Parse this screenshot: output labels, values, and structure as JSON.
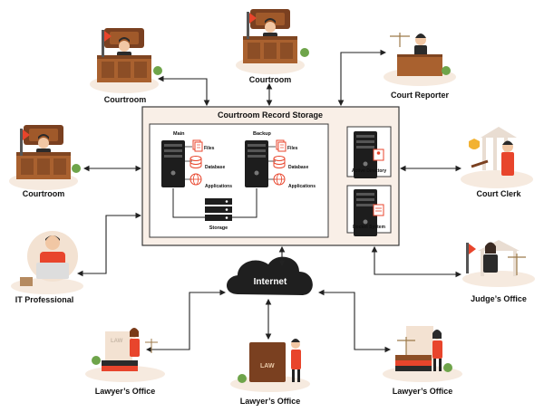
{
  "central": {
    "title": "Courtroom Record Storage",
    "main_label": "Main",
    "backup_label": "Backup",
    "storage_label": "Storage",
    "data_items": [
      "Files",
      "Database",
      "Applications"
    ],
    "active_directory": "Active Directory",
    "docket_system": "Docket System"
  },
  "internet": "Internet",
  "nodes": {
    "courtroom_top_left": "Courtroom",
    "courtroom_top_center": "Courtroom",
    "court_reporter": "Court Reporter",
    "courtroom_left": "Courtroom",
    "court_clerk": "Court Clerk",
    "it_professional": "IT Professional",
    "judges_office": "Judge’s Office",
    "lawyers_office_left": "Lawyer’s Office",
    "lawyers_office_center": "Lawyer’s Office",
    "lawyers_office_right": "Lawyer’s Office"
  },
  "book_labels": [
    "LAW",
    "LAW"
  ],
  "colors": {
    "panel_fill": "#f9efe7",
    "panel_border": "#3a3a3a",
    "accent_red": "#e8452c",
    "wood": "#9c5a2c",
    "cloud": "#1f1f1f",
    "connector": "#222222"
  }
}
